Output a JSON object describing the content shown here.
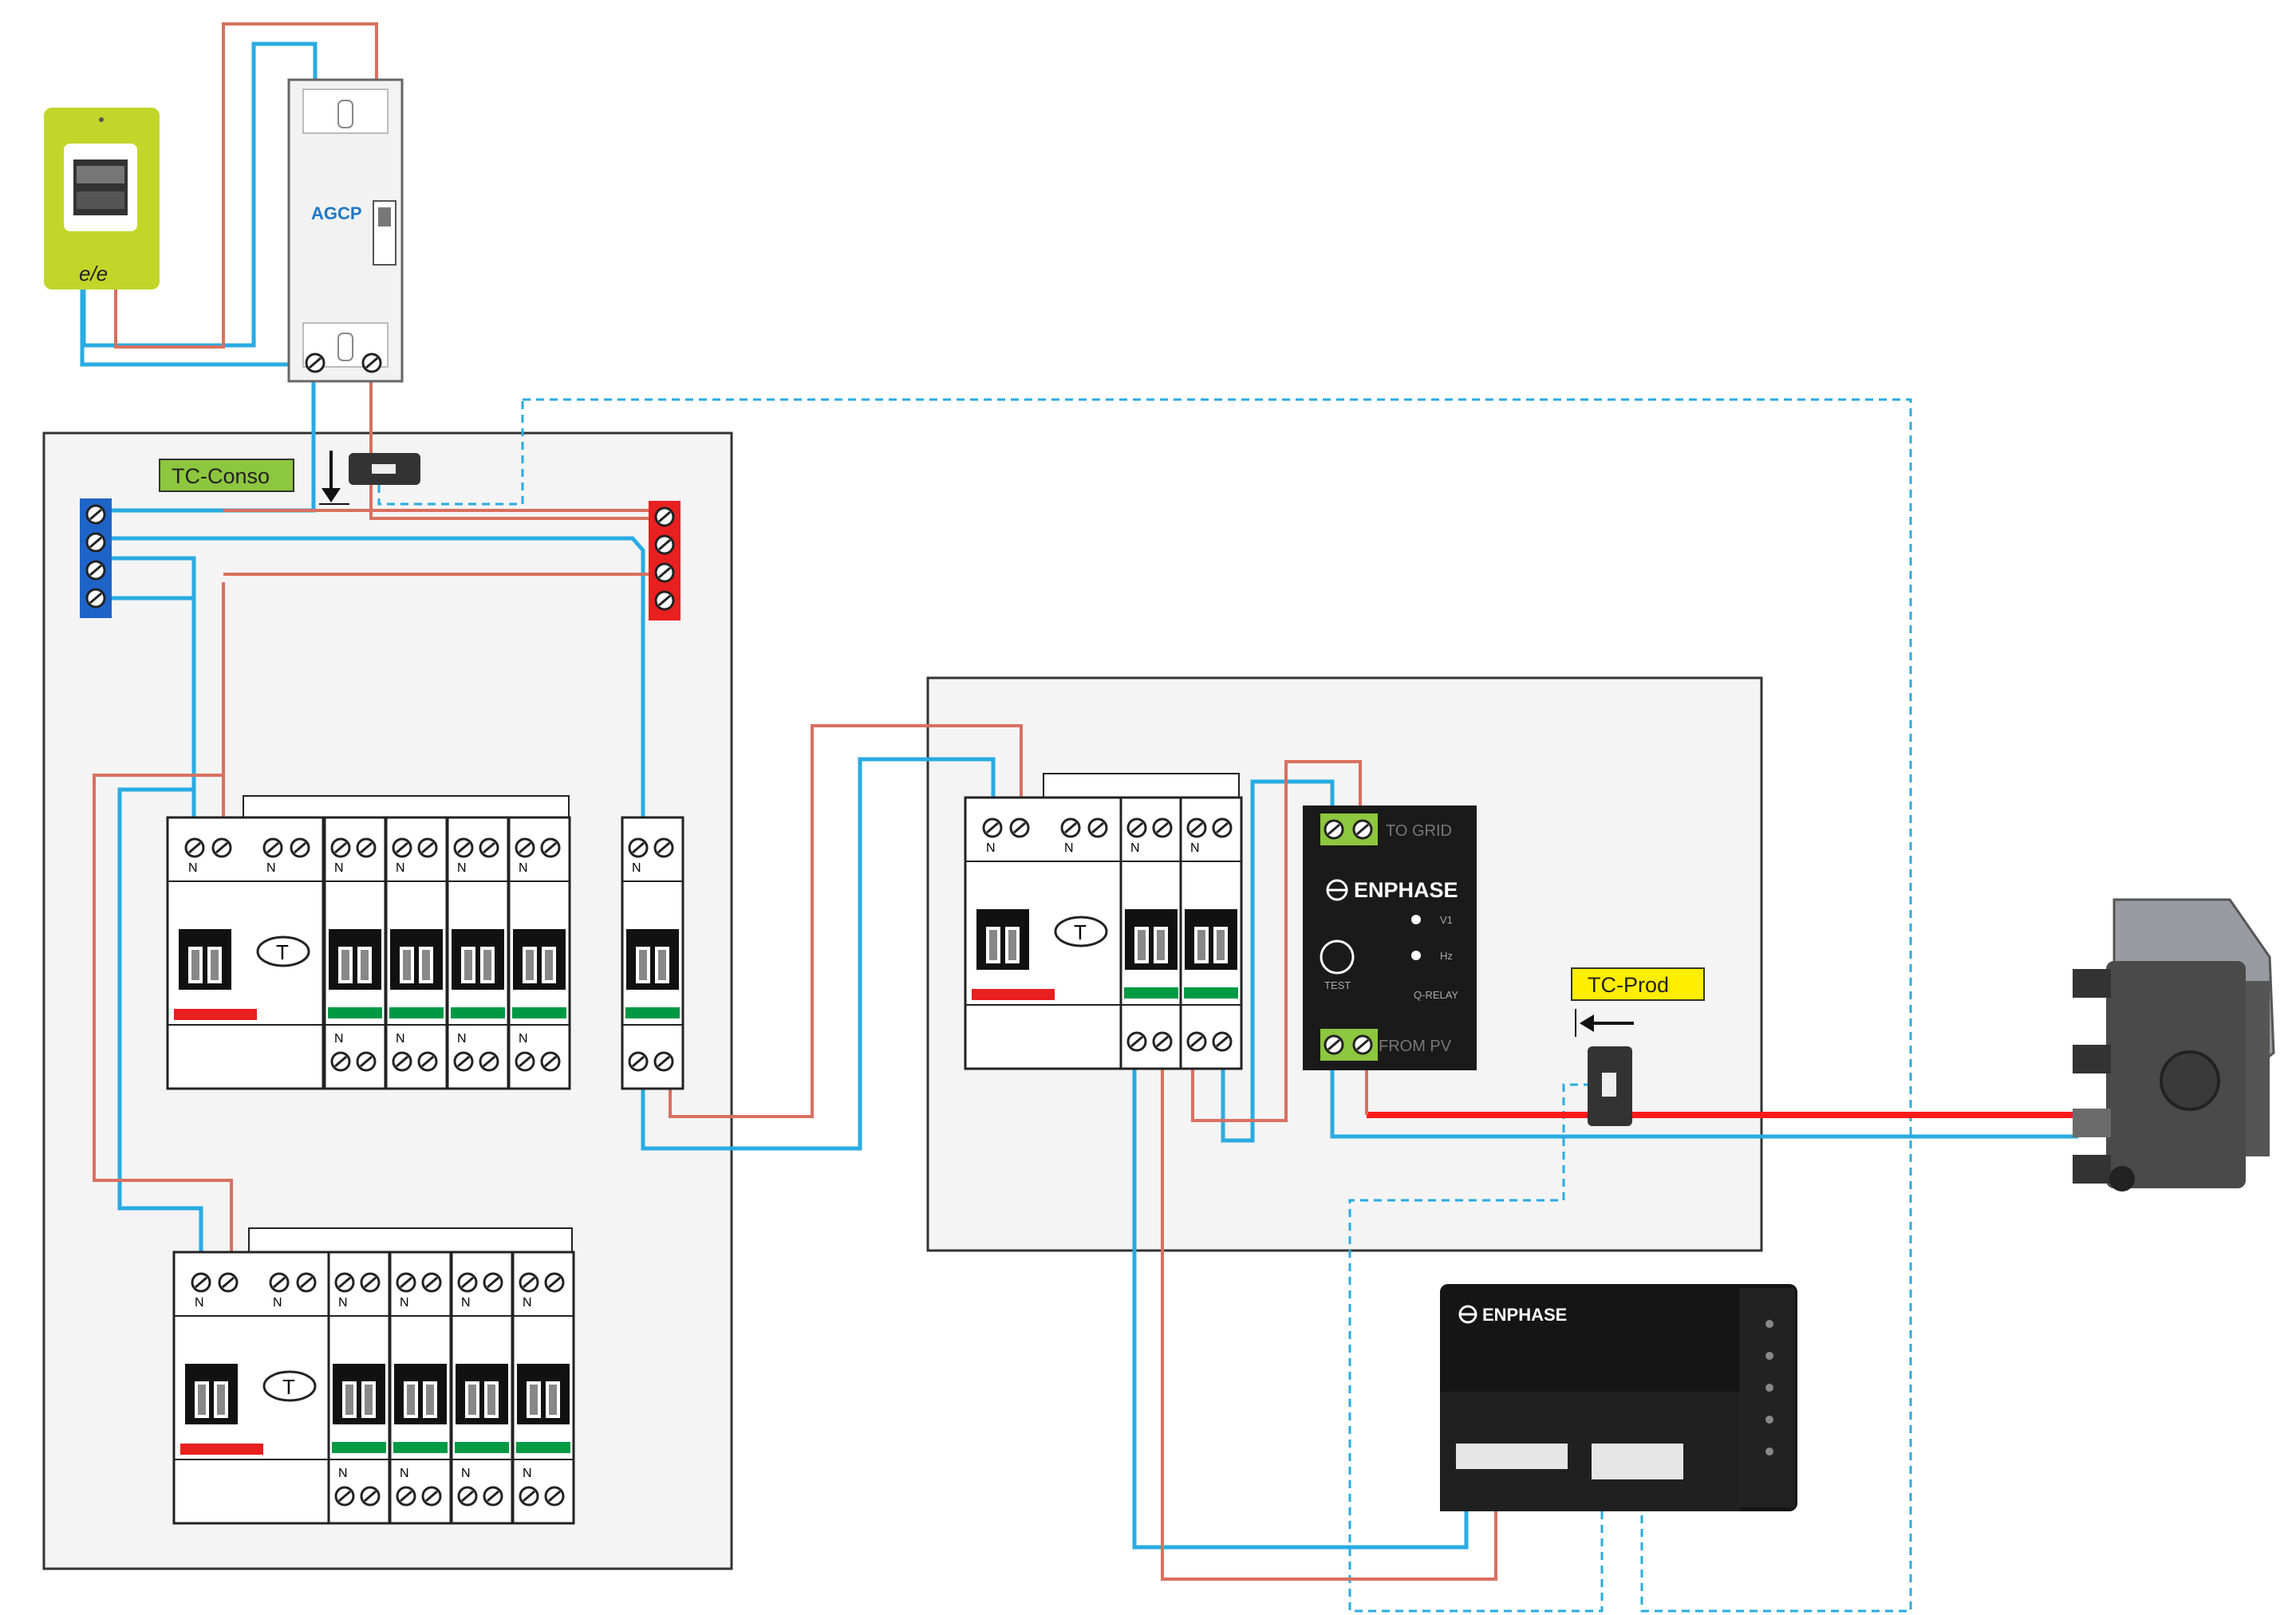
{
  "labels": {
    "agcp": "AGCP",
    "tc_conso": "TC-Conso",
    "tc_prod": "TC-Prod",
    "meter_logo": "e/e",
    "neutral": "N",
    "test_t": "T",
    "qrelay_brand": "ENPHASE",
    "to_grid": "TO GRID",
    "from_pv": "FROM PV",
    "test": "TEST",
    "v1": "V1",
    "hz": "Hz",
    "q_relay": "Q-RELAY",
    "envoy_brand": "ENPHASE"
  },
  "colors": {
    "neutral_wire": "#29abe2",
    "phase_wire": "#d9705f",
    "ac_cable": "#ff1a1a",
    "comm_wire": "#29abe2",
    "tc_conso_bg": "#8dc63f",
    "tc_prod_bg": "#ffee00",
    "meter_body": "#c2d62a",
    "panel_bg": "#f4f4f4",
    "module_green": "#009944",
    "module_red": "#e8201f"
  },
  "icons": {
    "meter": "linky-meter-icon",
    "microinverter": "microinverter-icon",
    "envoy": "enphase-envoy-gateway-icon",
    "qrelay": "enphase-q-relay-icon",
    "ct_clamp": "current-transformer-clamp-icon",
    "arrow_down": "arrow-down-icon",
    "arrow_left": "arrow-left-icon"
  }
}
